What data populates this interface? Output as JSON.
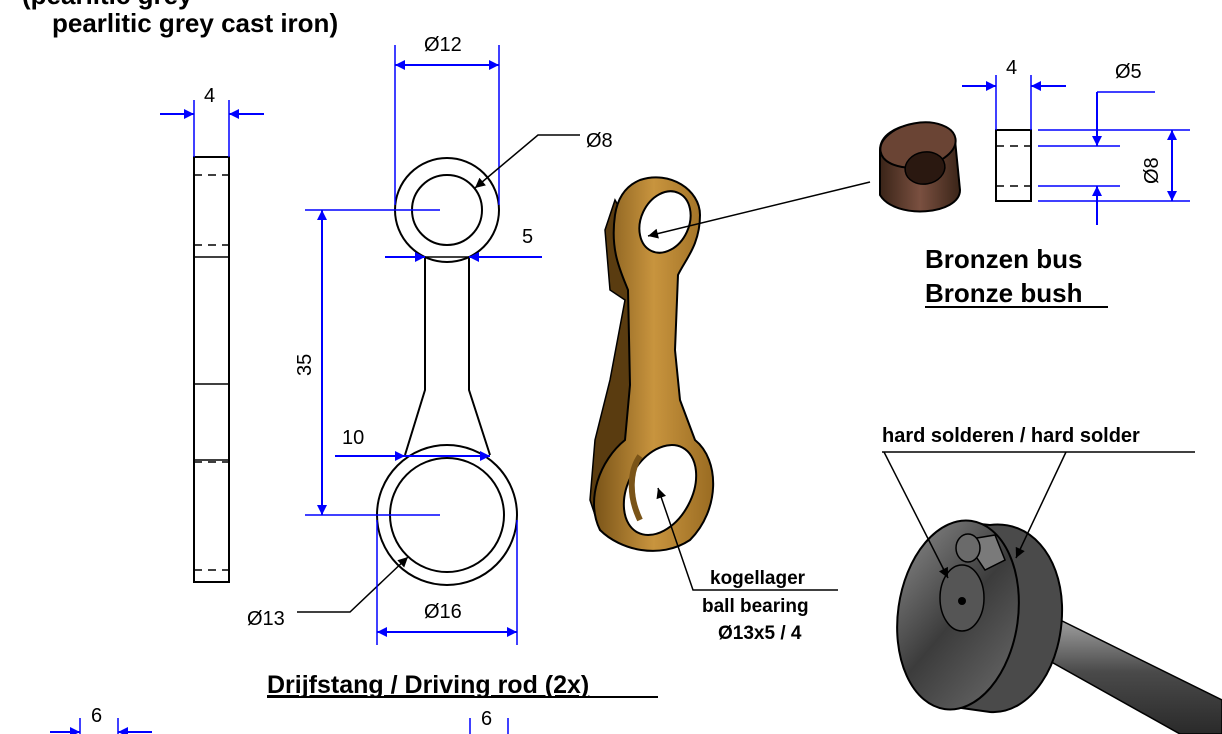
{
  "header": {
    "line1_partial": "(pearlitic grey",
    "line2": "pearlitic grey cast iron)"
  },
  "driving_rod": {
    "caption": "Drijfstang / Driving rod (2x)",
    "side_view": {
      "thickness": "4"
    },
    "front_view": {
      "small_eye_outer": "Ø12",
      "small_eye_inner": "Ø8",
      "shank_top": "5",
      "center_distance": "35",
      "shank_bottom": "10",
      "big_eye_inner": "Ø13",
      "big_eye_outer": "Ø16"
    },
    "ball_bearing": {
      "line1": "kogellager",
      "line2": "ball bearing",
      "line3": "Ø13x5 / 4"
    }
  },
  "bush": {
    "title_nl": "Bronzen bus",
    "title_en": "Bronze bush",
    "width": "4",
    "inner_diameter": "Ø5",
    "outer_diameter": "Ø8"
  },
  "solder": {
    "label": "hard solderen / hard solder"
  },
  "bottom_dims": {
    "left": "6",
    "center": "6"
  },
  "colors": {
    "dimension_line": "#0000ff",
    "bronze_rod": "#b8863b",
    "bronze_dark": "#6b4a1a",
    "bush_brown": "#5a3a2a",
    "steel_grey": "#5a5a5a"
  }
}
